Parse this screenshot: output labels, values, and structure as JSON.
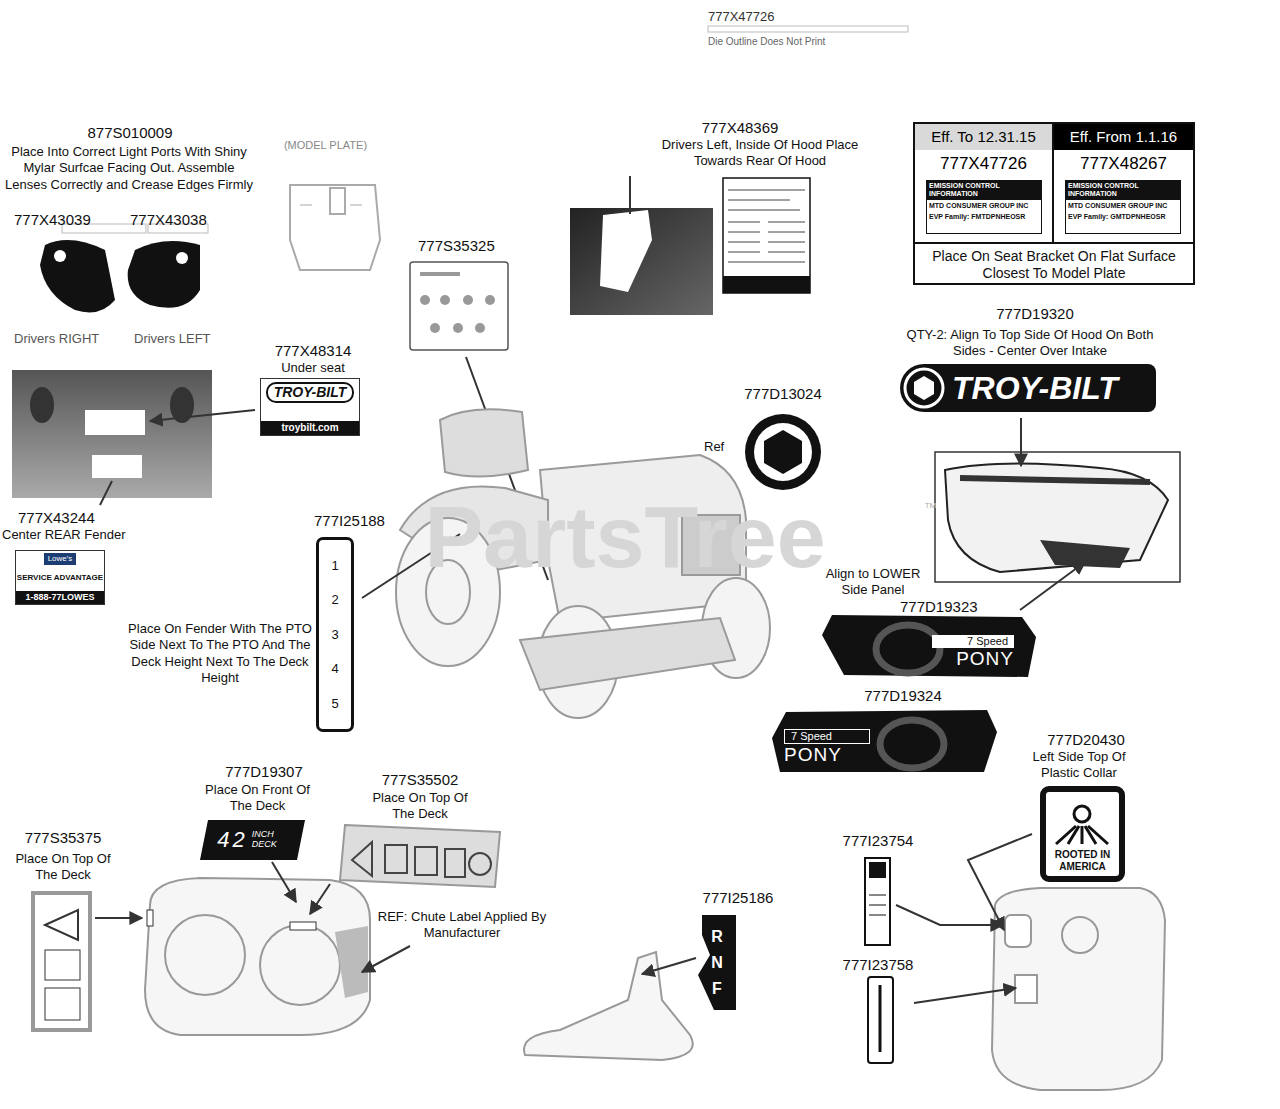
{
  "diagram": {
    "nodes": [
      {
        "text": [
          "Place On Seat Bracket On Flat Surface Closest To Model Plate"
        ]
      },
      {
        "text": [
          "Eff. To 12.31.15",
          "777X47726"
        ],
        "in": 0
      },
      {
        "text": [
          "Eff. From 1.1.16",
          "777X48267"
        ],
        "in": 0
      },
      {
        "text": [
          "EMISSION CONTROL INFORMATION",
          "MTD CONSUMER GROUP INC",
          "EVP Family: FMTDPNHEOSR"
        ],
        "in": 1
      },
      {
        "text": [
          "EMISSION CONTROL INFORMATION",
          "MTD CONSUMER GROUP INC",
          "EVP Family: GMTDPNHEOSR"
        ],
        "in": 2
      },
      {
        "text": [
          "TROY-BILT"
        ]
      },
      {
        "text": [
          "7 Speed",
          "PONY"
        ]
      },
      {
        "text": [
          "7 Speed",
          "PONY"
        ]
      },
      {
        "text": [
          "42",
          "INCH DECK"
        ]
      },
      {
        "text": [
          "ROOTED IN AMERICA"
        ]
      },
      {
        "text": [
          "Lowe's",
          "SERVICE ADVANTAGE",
          "1-888-77LOWES"
        ]
      },
      {
        "text": [
          "TROY-BILT",
          "troybilt.com"
        ]
      },
      {
        "text": [
          "1",
          "2",
          "3",
          "4",
          "5"
        ]
      },
      {
        "text": [
          "R",
          "N",
          "F"
        ]
      }
    ],
    "labels": [
      "777X47726",
      "Die Outline Does Not Print",
      "877S010009",
      "Place Into Correct Light Ports With Shiny Mylar Surfcae Facing Out. Assemble Lenses Correctly and Crease Edges Firmly",
      "777X43039",
      "777X43038",
      "Drivers RIGHT",
      "Drivers LEFT",
      "(MODEL PLATE)",
      "777S35325",
      "777X48369",
      "Drivers Left, Inside Of Hood Place Towards Rear Of Hood",
      "777X48314",
      "Under seat",
      "777X43244",
      "Center REAR Fender",
      "777I25188",
      "Place On Fender With The PTO Side Next To The PTO And The Deck Height Next To The Deck Height",
      "777D13024",
      "Ref",
      "777D19320",
      "QTY-2: Align To Top Side Of Hood On Both Sides - Center Over Intake",
      "PartsTree",
      "™",
      "Align to LOWER Side Panel",
      "777D19323",
      "777D19324",
      "777D20430",
      "Left Side Top Of Plastic Collar",
      "777D19307",
      "Place On Front Of The Deck",
      "777S35502",
      "Place On Top Of The Deck",
      "777S35375",
      "Place On Top Of The Deck",
      "REF: Chute Label Applied By Manufacturer",
      "777I23754",
      "777I25186",
      "777I23758"
    ]
  }
}
